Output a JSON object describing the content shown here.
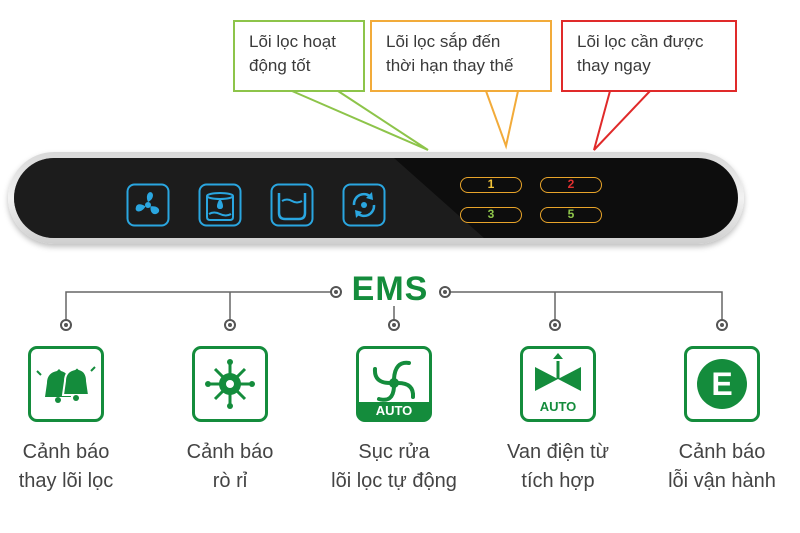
{
  "callouts": [
    {
      "lines": [
        "Lõi lọc hoạt",
        "động tốt"
      ],
      "color": "#8dc44a"
    },
    {
      "lines": [
        "Lõi lọc sắp đến",
        "thời hạn thay thế"
      ],
      "color": "#f2ab3a"
    },
    {
      "lines": [
        "Lõi lọc cần được",
        "thay ngay"
      ],
      "color": "#e02a2a"
    }
  ],
  "panel": {
    "icons": [
      "fan-icon",
      "water-tank-icon",
      "basin-icon",
      "recycle-icon"
    ],
    "indicators": [
      {
        "label": "1",
        "color": "#f2c43a"
      },
      {
        "label": "2",
        "color": "#e03030"
      },
      {
        "label": "3",
        "color": "#8dc44a"
      },
      {
        "label": "5",
        "color": "#8dc44a"
      }
    ]
  },
  "ems": {
    "title": "EMS",
    "color": "#148c3c"
  },
  "features": [
    {
      "icon": "bells-icon",
      "lines": [
        "Cảnh báo",
        "thay lõi lọc"
      ]
    },
    {
      "icon": "leak-sensor-icon",
      "lines": [
        "Cảnh báo",
        "rò rỉ"
      ]
    },
    {
      "icon": "spiral-auto-icon",
      "badge": "AUTO",
      "lines": [
        "Sục rửa",
        "lõi lọc tự động"
      ]
    },
    {
      "icon": "valve-auto-icon",
      "badge": "AUTO",
      "lines": [
        "Van điện từ",
        "tích hợp"
      ]
    },
    {
      "icon": "e-circle-icon",
      "badge": "E",
      "lines": [
        "Cảnh báo",
        "lỗi vận hành"
      ]
    }
  ]
}
